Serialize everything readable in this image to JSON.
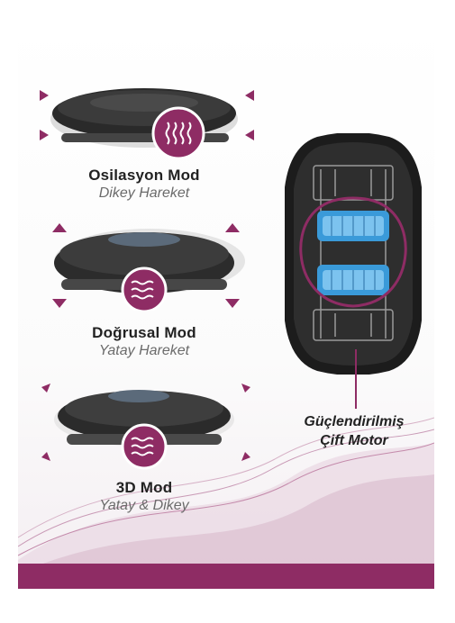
{
  "modes": [
    {
      "title": "Osilasyon Mod",
      "subtitle": "Dikey Hareket",
      "icon": "vertical-wave-icon"
    },
    {
      "title": "Doğrusal Mod",
      "subtitle": "Yatay Hareket",
      "icon": "horizontal-wave-icon"
    },
    {
      "title": "3D Mod",
      "subtitle": "Yatay & Dikey",
      "icon": "3d-wave-icon"
    }
  ],
  "motor": {
    "line1": "Güçlendirilmiş",
    "line2": "Çift Motor"
  },
  "colors": {
    "accent": "#8e2c64",
    "device": "#1e1e1e",
    "motor_blue": "#3a9ad9"
  }
}
